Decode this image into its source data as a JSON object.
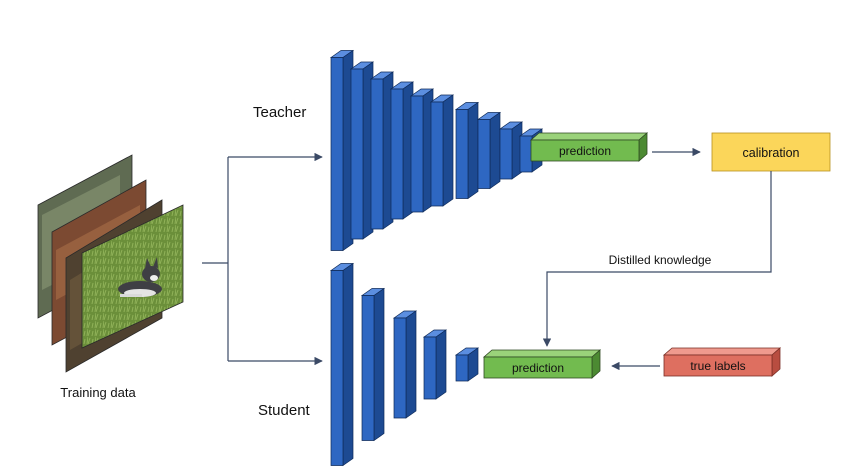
{
  "labels": {
    "teacher": "Teacher",
    "student": "Student",
    "training_data": "Training data",
    "distilled_knowledge": "Distilled knowledge"
  },
  "boxes": {
    "teacher_prediction": "prediction",
    "calibration": "calibration",
    "student_prediction": "prediction",
    "true_labels": "true labels"
  },
  "colors": {
    "layer_front": "#2e67c2",
    "layer_top": "#5b8ee0",
    "layer_side": "#1d4a92",
    "prediction_box": "#72bb4f",
    "calibration_box": "#fbd65a",
    "true_labels_box": "#de6f60",
    "arrow": "#3b4a66"
  },
  "teacher_layers": 11,
  "student_layers": 5
}
